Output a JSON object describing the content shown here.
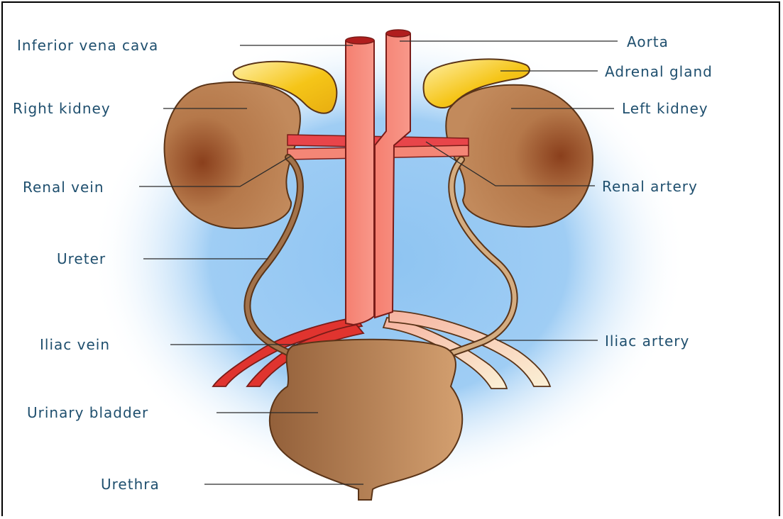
{
  "diagram": {
    "labels": {
      "inferior_vena_cava": "Inferior vena cava",
      "aorta": "Aorta",
      "adrenal_gland": "Adrenal gland",
      "right_kidney": "Right kidney",
      "left_kidney": "Left kidney",
      "renal_vein": "Renal vein",
      "renal_artery": "Renal artery",
      "ureter": "Ureter",
      "iliac_vein": "Iliac vein",
      "iliac_artery": "Iliac artery",
      "urinary_bladder": "Urinary bladder",
      "urethra": "Urethra"
    },
    "colors": {
      "background_glow": "#8ec4f2",
      "kidney": "#b5784a",
      "kidney_dark": "#8a3f1c",
      "adrenal": "#f5c518",
      "vessel": "#f07a6e",
      "vein_dark": "#e0342f",
      "ureter": "#a2724a",
      "bladder": "#b8845a",
      "label_text": "#1f4f6e"
    }
  }
}
